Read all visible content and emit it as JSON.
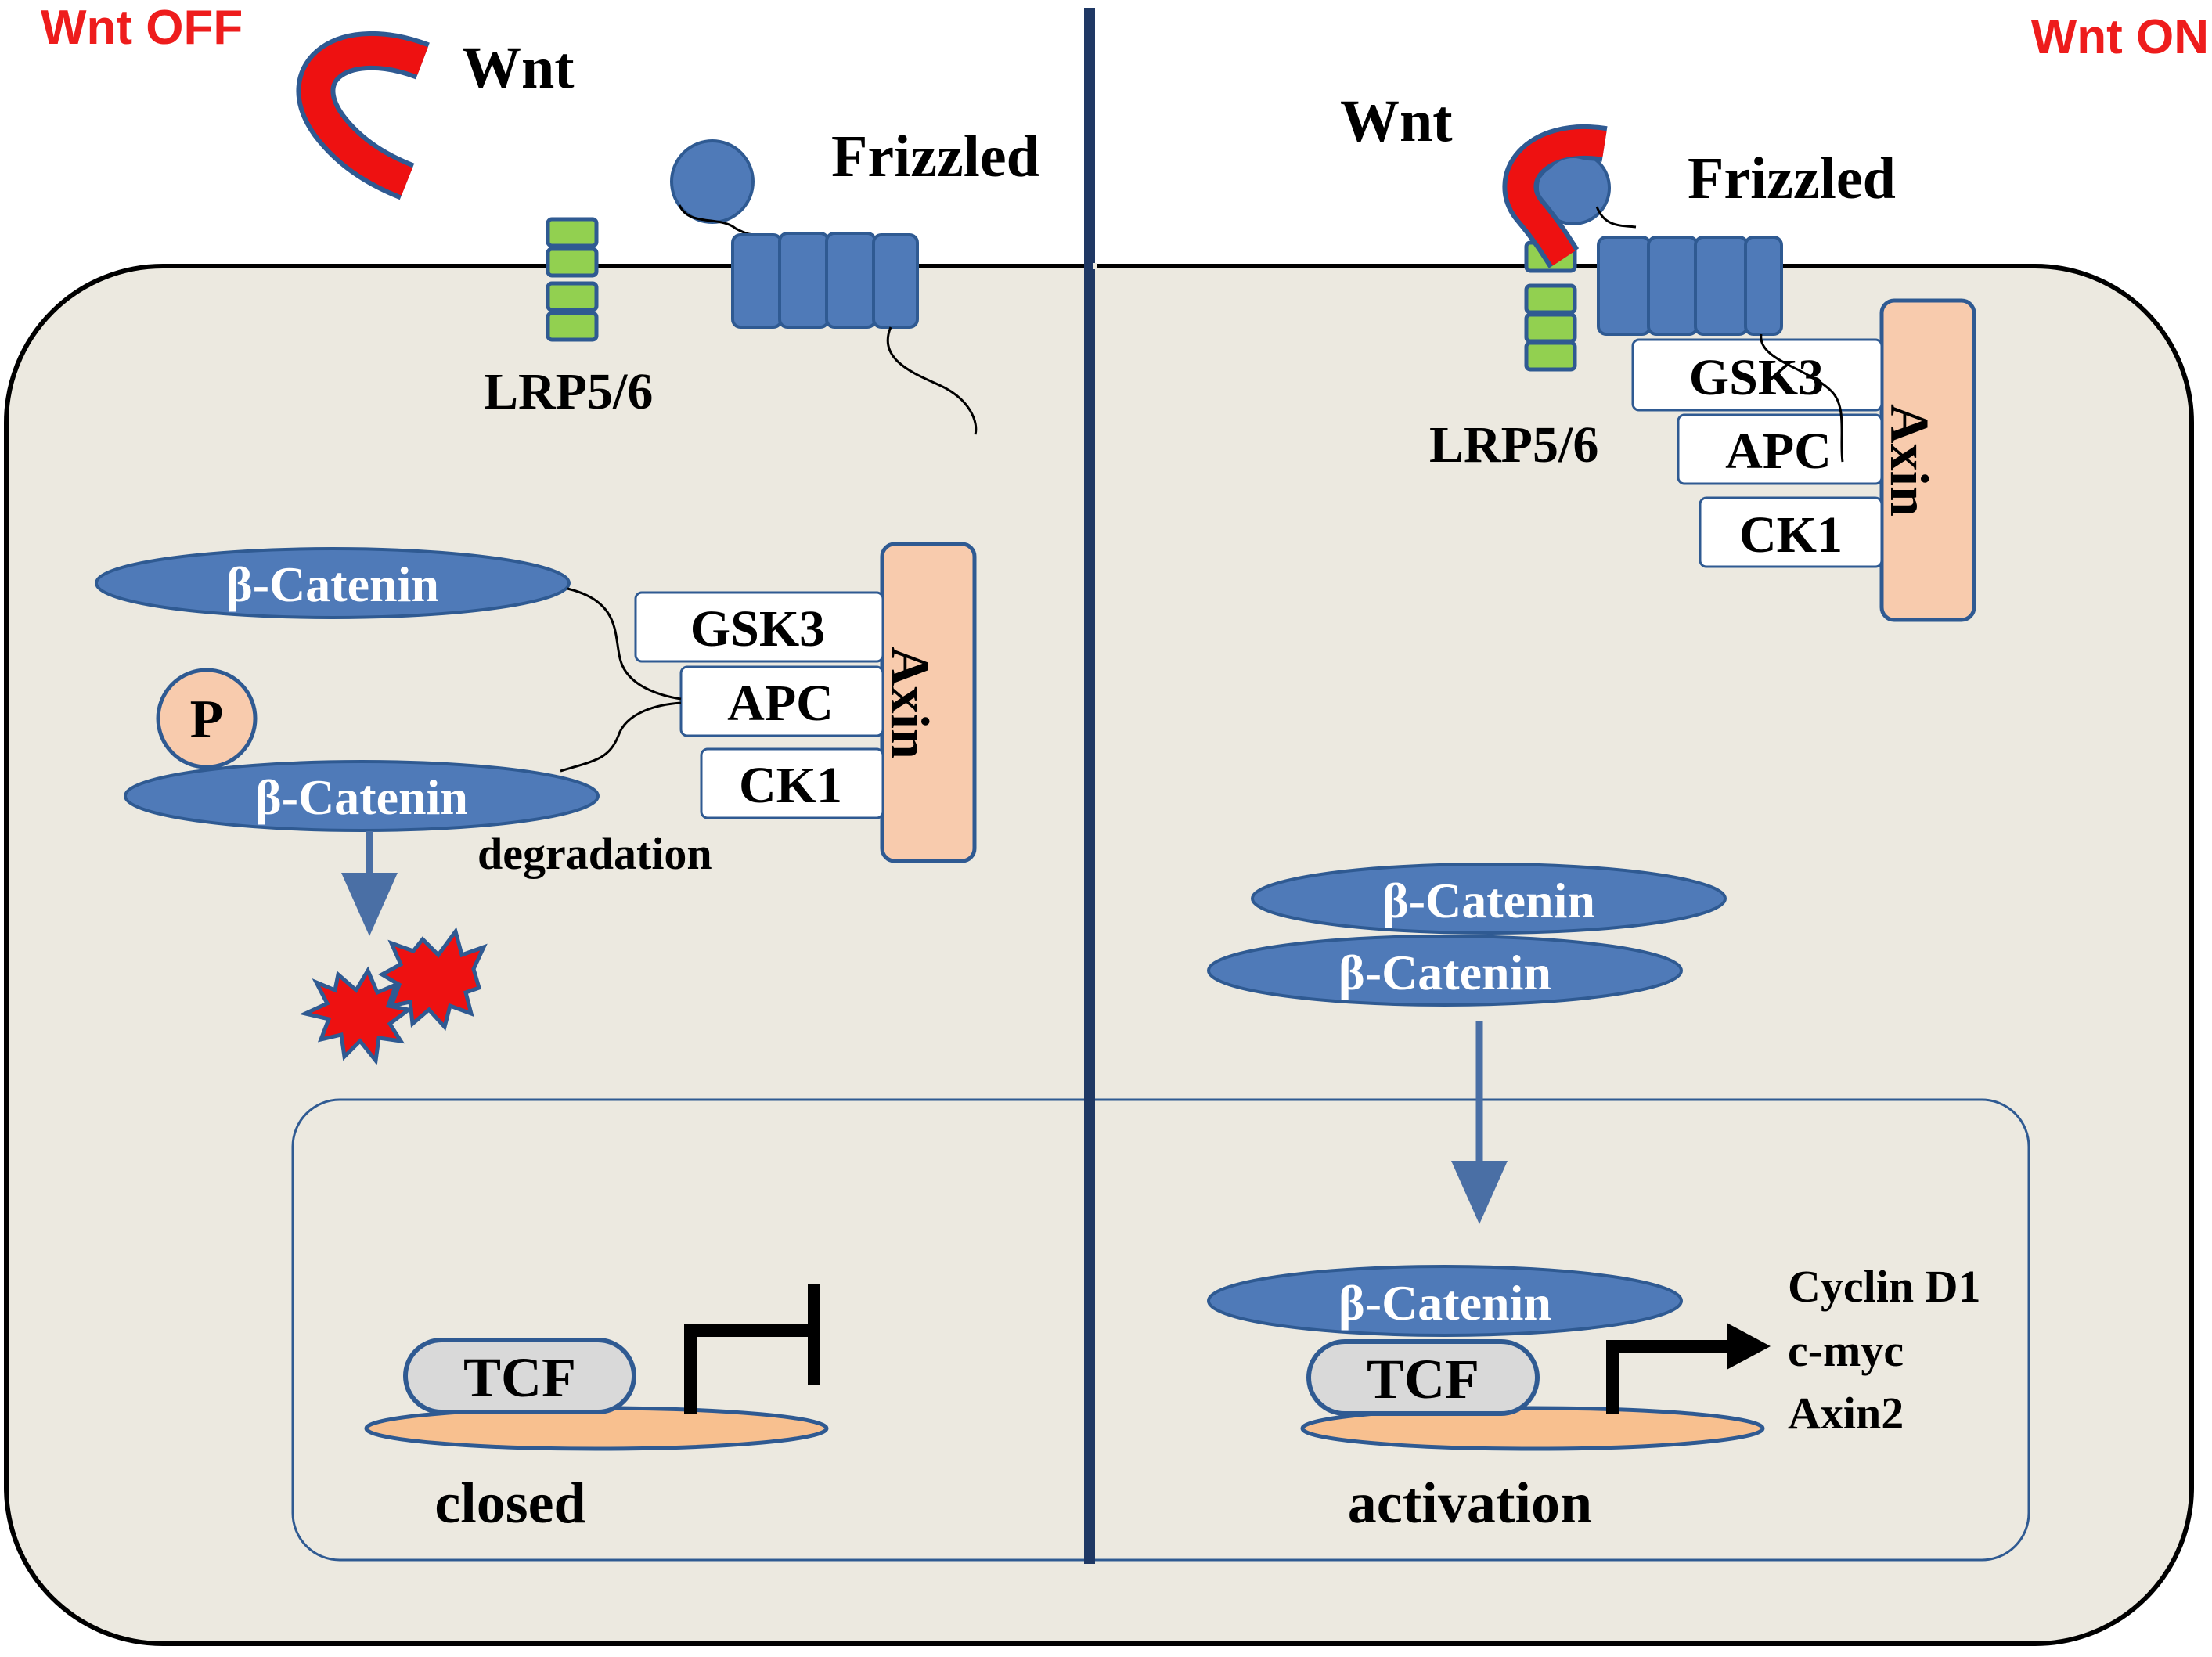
{
  "panels": {
    "off": {
      "title": "Wnt OFF",
      "wnt_label": "Wnt",
      "frizzled_label": "Frizzled",
      "lrp_label": "LRP5/6",
      "complex": {
        "gsk3": "GSK3",
        "apc": "APC",
        "ck1": "CK1",
        "axin": "Axin"
      },
      "catenin_top": "β-Catenin",
      "phospho": "P",
      "catenin_bottom": "β-Catenin",
      "degradation_label": "degradation",
      "tcf": "TCF",
      "state_label": "closed"
    },
    "on": {
      "title": "Wnt ON",
      "wnt_label": "Wnt",
      "frizzled_label": "Frizzled",
      "lrp_label": "LRP5/6",
      "complex": {
        "gsk3": "GSK3",
        "apc": "APC",
        "ck1": "CK1",
        "axin": "Axin"
      },
      "catenin_1": "β-Catenin",
      "catenin_2": "β-Catenin",
      "catenin_nucleus": "β-Catenin",
      "tcf": "TCF",
      "target_genes": [
        "Cyclin D1",
        "c-myc",
        "Axin2"
      ],
      "state_label": "activation"
    }
  },
  "colors": {
    "title_red": "#ee1c1c",
    "cell_fill": "#ece9e0",
    "receptor_blue": "#4f7ab8",
    "receptor_stroke": "#2f5a92",
    "lrp_green": "#92d050",
    "axin_fill": "#f8cbad",
    "dna_fill": "#f8c08f",
    "tcf_fill": "#d9d9d9",
    "wnt_red": "#ee1111"
  }
}
